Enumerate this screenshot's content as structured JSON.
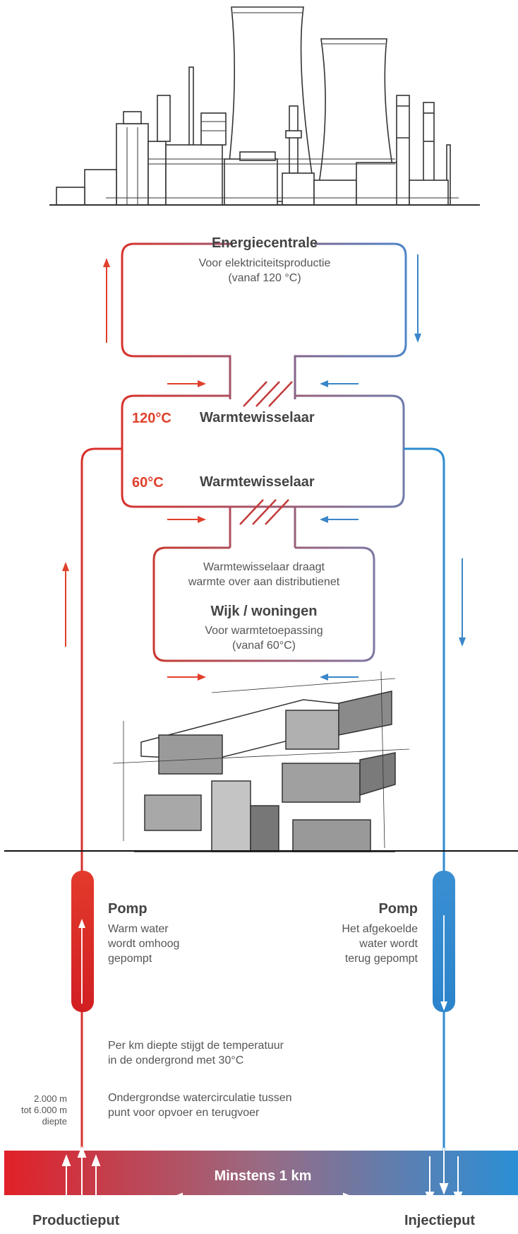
{
  "plant": {
    "title": "Energiecentrale",
    "line1": "Voor elektriciteitsproductie",
    "line2": "(vanaf 120 °C)"
  },
  "exchanger": {
    "top_temp": "120°C",
    "top_label": "Warmtewisselaar",
    "bottom_temp": "60°C",
    "bottom_label": "Warmtewisselaar"
  },
  "district": {
    "line1": "Warmtewisselaar draagt",
    "line2": "warmte over aan distributienet",
    "title": "Wijk / woningen",
    "line3": "Voor warmtetoepassing",
    "line4": "(vanaf 60°C)"
  },
  "pump_left": {
    "title": "Pomp",
    "line1": "Warm water",
    "line2": "wordt omhoog",
    "line3": "gepompt"
  },
  "pump_right": {
    "title": "Pomp",
    "line1": "Het afgekoelde",
    "line2": "water wordt",
    "line3": "terug gepompt"
  },
  "underground": {
    "gradient_line1": "Per km diepte stijgt de temperatuur",
    "gradient_line2": "in de ondergrond met 30°C",
    "circulation_line1": "Ondergrondse watercirculatie tussen",
    "circulation_line2": "punt voor opvoer en terugvoer",
    "depth_line1": "2.000 m",
    "depth_line2": "tot 6.000 m",
    "depth_line3": "diepte",
    "distance": "Minstens 1 km"
  },
  "wells": {
    "production": "Productieput",
    "injection": "Injectieput"
  },
  "colors": {
    "hot": "#e02a22",
    "cold": "#2a8fd4",
    "outline": "#444444"
  }
}
